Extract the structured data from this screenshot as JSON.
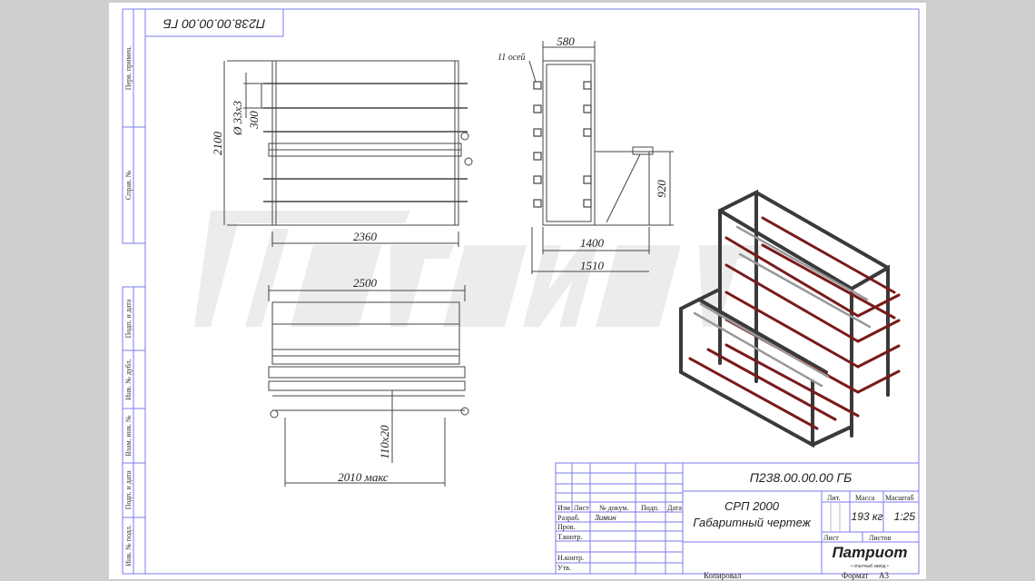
{
  "stamp_rotated": "П238.00.00.00 ГБ",
  "side_strip": {
    "top": [
      "Перв. примен.",
      "Справ. №"
    ],
    "bottom": [
      "Подп. и дата",
      "Инв. № дубл.",
      "Взам. инв. №",
      "Подп. и дата",
      "Инв. № подл."
    ]
  },
  "watermark": "Патриот",
  "dimensions": {
    "front_height": "2100",
    "pipe": "Ø 33х3",
    "pitch": "300",
    "front_width": "2360",
    "side_depth": "580",
    "axes_note": "11 осей",
    "table_height": "920",
    "side_1400": "1400",
    "side_1510": "1510",
    "top_width": "2500",
    "profile": "110х20",
    "max_width": "2010 макс"
  },
  "title_block": {
    "code": "П238.00.00.00 ГБ",
    "name_line1": "СРП 2000",
    "name_line2": "Габаритный чертеж",
    "headers": [
      "Изм",
      "Лист",
      "№ докум.",
      "Подп.",
      "Дата"
    ],
    "roles": [
      "Разраб.",
      "Пров.",
      "Т.контр.",
      "",
      "Н.контр.",
      "Утв."
    ],
    "developer": "Зимин",
    "lit_label": "Лит.",
    "mass_label": "Масса",
    "scale_label": "Масштаб",
    "mass": "193 кг",
    "scale": "1:25",
    "sheet_label": "Лист",
    "sheets_label": "Листов",
    "logo": "Патриот",
    "logo_sub": "• опытный завод •",
    "copied": "Копировал",
    "format_label": "Формат",
    "format": "А3"
  },
  "colors": {
    "frame": "#6f6ff0",
    "rod": "#7a1a1a",
    "line": "#333333"
  }
}
